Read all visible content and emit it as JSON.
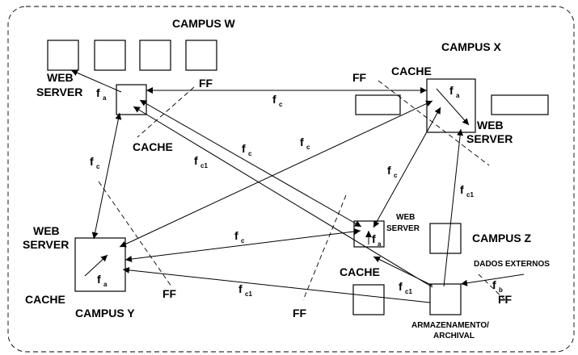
{
  "campuses": {
    "w": "CAMPUS W",
    "x": "CAMPUS X",
    "y": "CAMPUS Y",
    "z": "CAMPUS Z"
  },
  "web_server": {
    "w": [
      "WEB",
      "SERVER"
    ],
    "x": [
      "WEB",
      "SERVER"
    ],
    "y": [
      "WEB",
      "SERVER"
    ],
    "z": [
      "WEB",
      "SERVER"
    ]
  },
  "cache_labels": {
    "w": "CACHE",
    "x": "CACHE",
    "y": "CACHE",
    "z": "CACHE"
  },
  "ff_label": "FF",
  "flow_symbols": {
    "f": "f",
    "sub_a": "a",
    "sub_b": "b",
    "sub_c": "c",
    "sub_c1": "c1"
  },
  "storage_label": [
    "ARMAZENAMENTO/",
    "ARCHIVAL"
  ],
  "external_data_label": "DADOS EXTERNOS"
}
